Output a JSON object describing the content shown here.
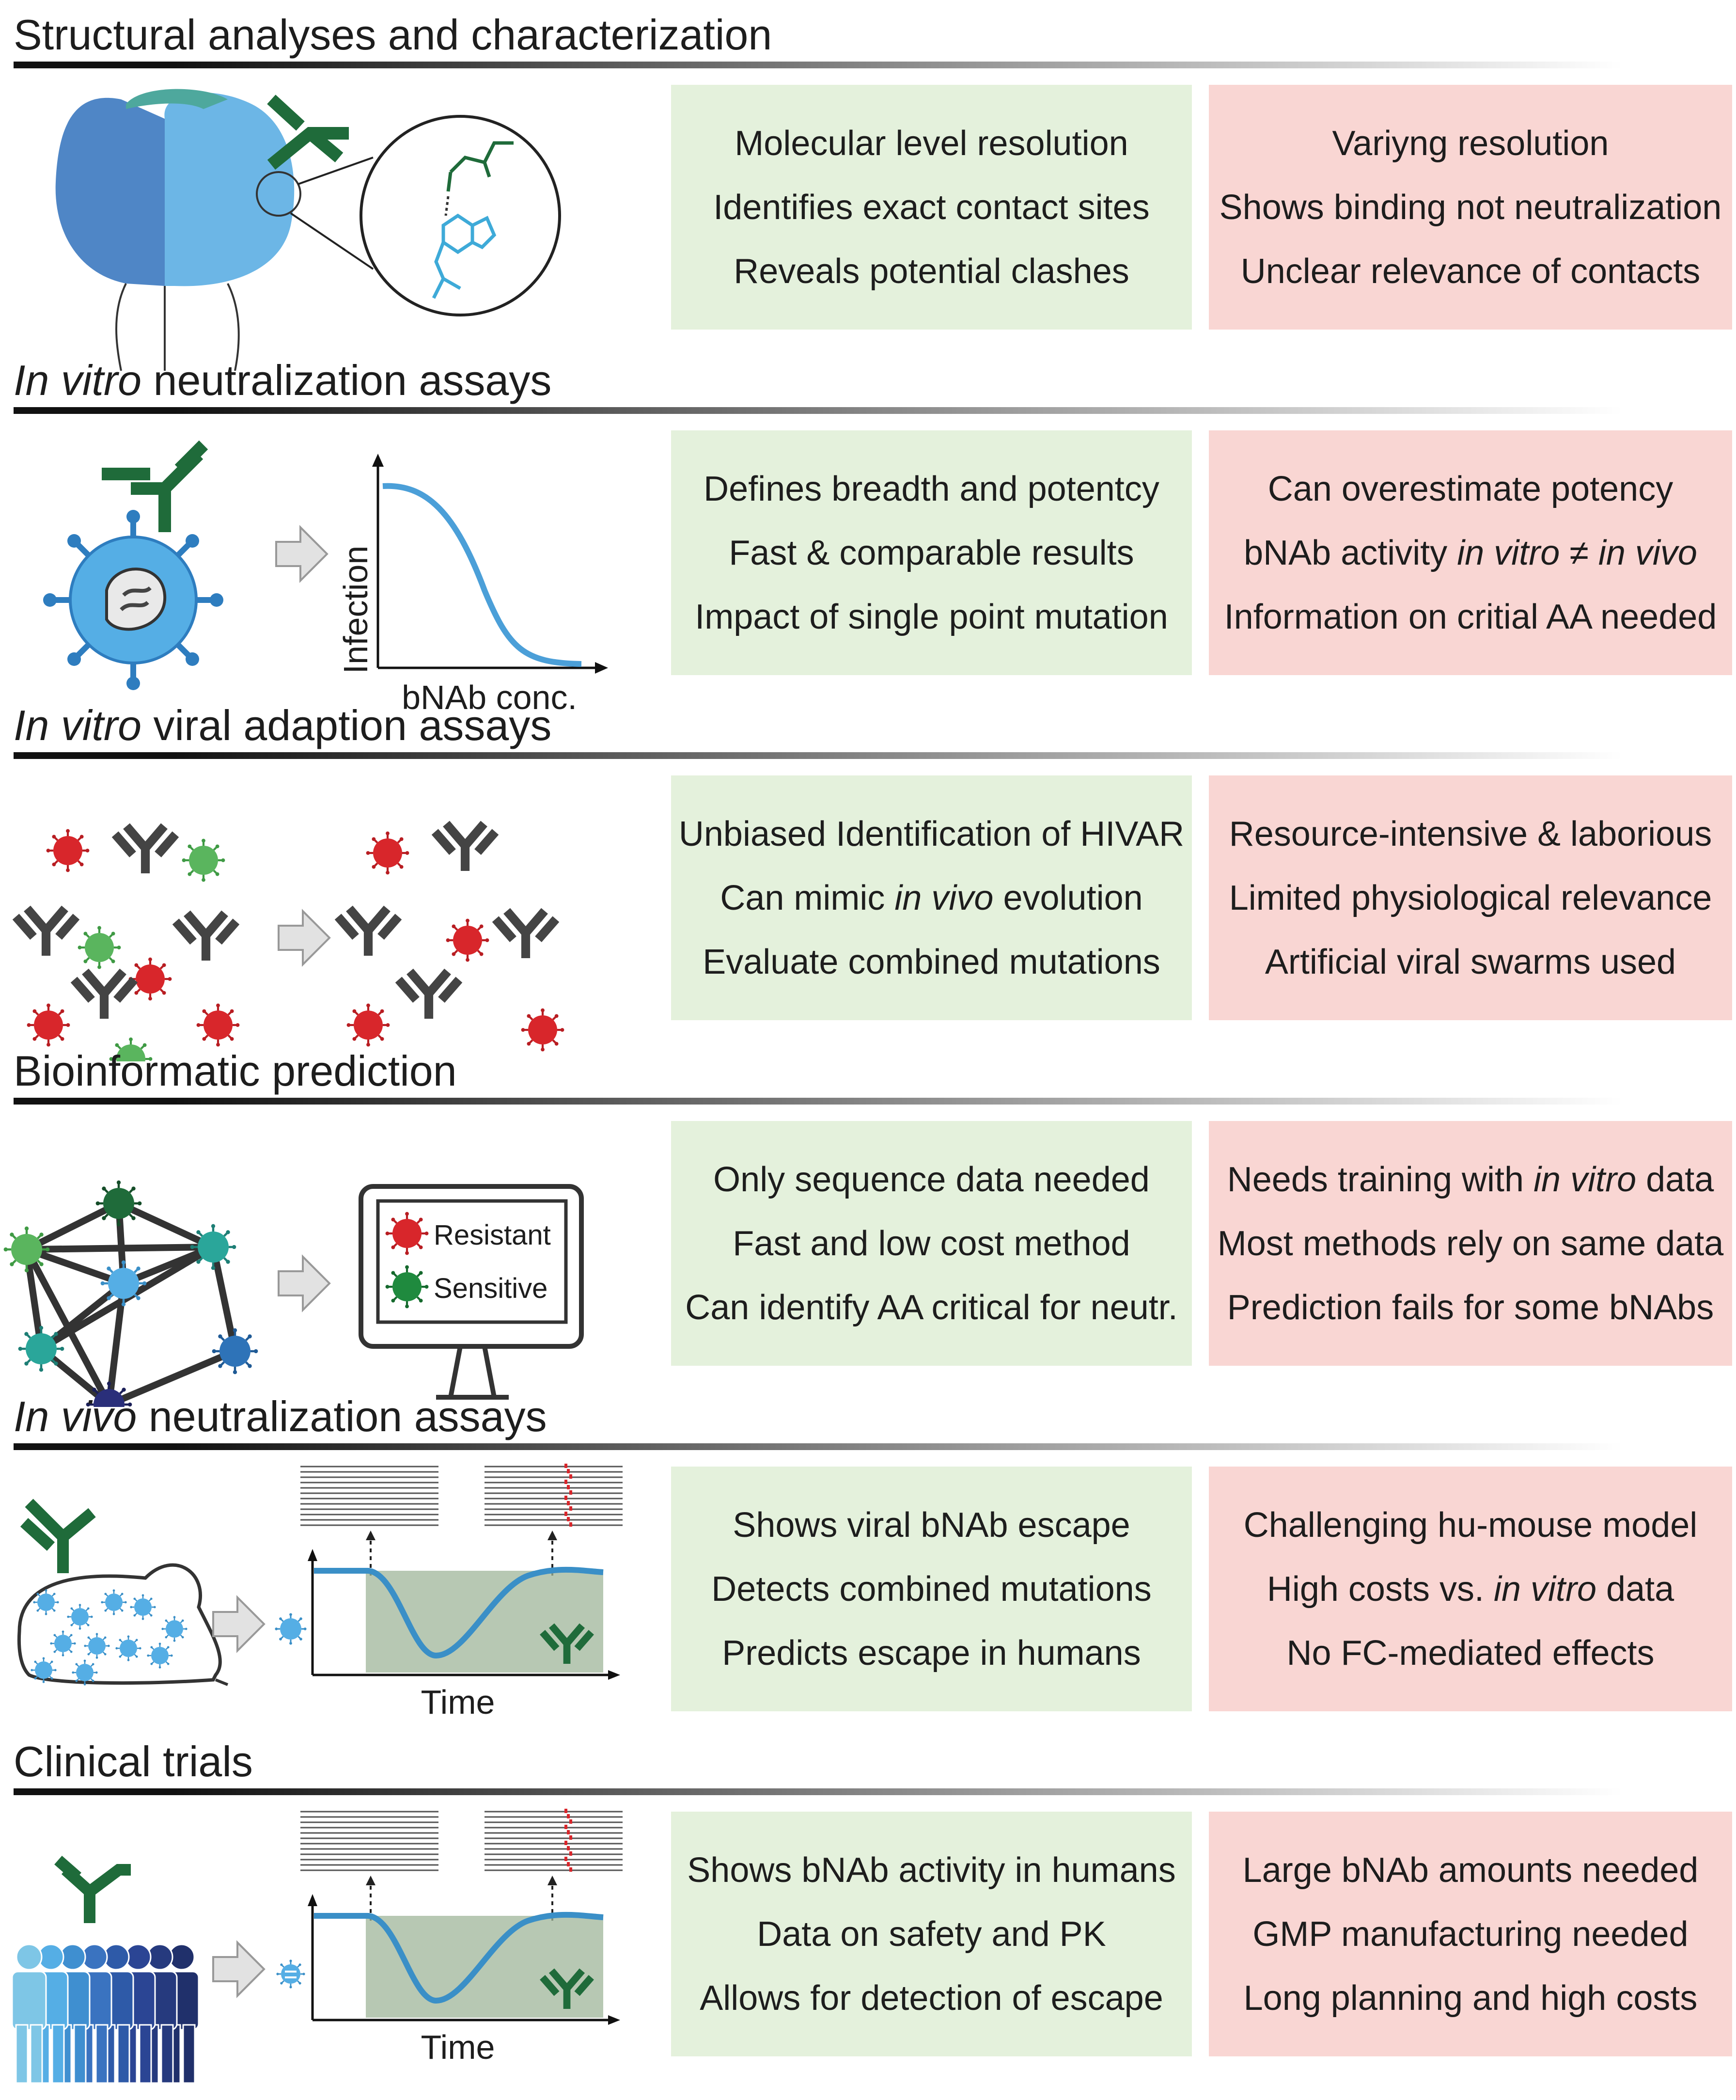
{
  "sections": [
    {
      "title_pre": "",
      "title_it": "",
      "title_post": "Structural analyses and characterization",
      "pros": [
        {
          "pre": "Molecular level resolution",
          "it": "",
          "post": ""
        },
        {
          "pre": "Identifies exact contact sites",
          "it": "",
          "post": ""
        },
        {
          "pre": "Reveals potential clashes",
          "it": "",
          "post": ""
        }
      ],
      "cons": [
        {
          "pre": "Variyng resolution",
          "it": "",
          "post": ""
        },
        {
          "pre": "Shows binding not neutralization",
          "it": "",
          "post": ""
        },
        {
          "pre": "Unclear relevance of contacts",
          "it": "",
          "post": ""
        }
      ]
    },
    {
      "title_pre": "",
      "title_it": "In vitro",
      "title_post": " neutralization assays",
      "pros": [
        {
          "pre": "Defines breadth and potentcy",
          "it": "",
          "post": ""
        },
        {
          "pre": "Fast & comparable results",
          "it": "",
          "post": ""
        },
        {
          "pre": "Impact of single point mutation",
          "it": "",
          "post": ""
        }
      ],
      "cons": [
        {
          "pre": "Can overestimate potency",
          "it": "",
          "post": ""
        },
        {
          "pre": "bNAb activity ",
          "it": "in vitro ≠ in vivo",
          "post": ""
        },
        {
          "pre": "Information on critial AA needed",
          "it": "",
          "post": ""
        }
      ]
    },
    {
      "title_pre": "",
      "title_it": "In vitro",
      "title_post": " viral adaption assays",
      "pros": [
        {
          "pre": "Unbiased Identification of HIVAR",
          "it": "",
          "post": ""
        },
        {
          "pre": "Can mimic ",
          "it": "in vivo",
          "post": " evolution"
        },
        {
          "pre": "Evaluate combined mutations",
          "it": "",
          "post": ""
        }
      ],
      "cons": [
        {
          "pre": "Resource-intensive & laborious",
          "it": "",
          "post": ""
        },
        {
          "pre": "Limited physiological relevance",
          "it": "",
          "post": ""
        },
        {
          "pre": "Artificial viral swarms used",
          "it": "",
          "post": ""
        }
      ]
    },
    {
      "title_pre": "",
      "title_it": "",
      "title_post": "Bioinformatic prediction",
      "pros": [
        {
          "pre": "Only sequence data needed",
          "it": "",
          "post": ""
        },
        {
          "pre": "Fast and low cost method",
          "it": "",
          "post": ""
        },
        {
          "pre": "Can identify AA critical for neutr.",
          "it": "",
          "post": ""
        }
      ],
      "cons": [
        {
          "pre": "Needs training with ",
          "it": "in vitro",
          "post": " data"
        },
        {
          "pre": "Most methods rely on same data",
          "it": "",
          "post": ""
        },
        {
          "pre": "Prediction fails for some bNAbs",
          "it": "",
          "post": ""
        }
      ]
    },
    {
      "title_pre": "",
      "title_it": "In vivo",
      "title_post": " neutralization assays",
      "pros": [
        {
          "pre": "Shows viral bNAb escape",
          "it": "",
          "post": ""
        },
        {
          "pre": "Detects combined mutations",
          "it": "",
          "post": ""
        },
        {
          "pre": "Predicts escape in humans",
          "it": "",
          "post": ""
        }
      ],
      "cons": [
        {
          "pre": "Challenging hu-mouse model",
          "it": "",
          "post": ""
        },
        {
          "pre": "High costs vs. ",
          "it": "in vitro",
          "post": " data"
        },
        {
          "pre": "No FC-mediated effects",
          "it": "",
          "post": ""
        }
      ]
    },
    {
      "title_pre": "",
      "title_it": "",
      "title_post": "Clinical trials",
      "pros": [
        {
          "pre": "Shows bNAb activity in humans",
          "it": "",
          "post": ""
        },
        {
          "pre": "Data on safety and PK",
          "it": "",
          "post": ""
        },
        {
          "pre": "Allows for detection of escape",
          "it": "",
          "post": ""
        }
      ],
      "cons": [
        {
          "pre": "Large bNAb amounts needed",
          "it": "",
          "post": ""
        },
        {
          "pre": "GMP manufacturing needed",
          "it": "",
          "post": ""
        },
        {
          "pre": "Long planning and high costs",
          "it": "",
          "post": ""
        }
      ]
    }
  ],
  "plot_labels": {
    "infection_ylabel": "Infection",
    "bnab_xlabel": "bNAb conc.",
    "time_label_1": "Time",
    "time_label_2": "Time"
  },
  "legend": {
    "resistant": "Resistant",
    "sensitive": "Sensitive"
  },
  "colors": {
    "pro_bg": "#e4f1dc",
    "con_bg": "#f9d6d3",
    "antibody_green": "#1f6b3a",
    "virus_blue": "#55aee5",
    "virus_red": "#d8262b",
    "virus_green": "#5ab55e"
  }
}
